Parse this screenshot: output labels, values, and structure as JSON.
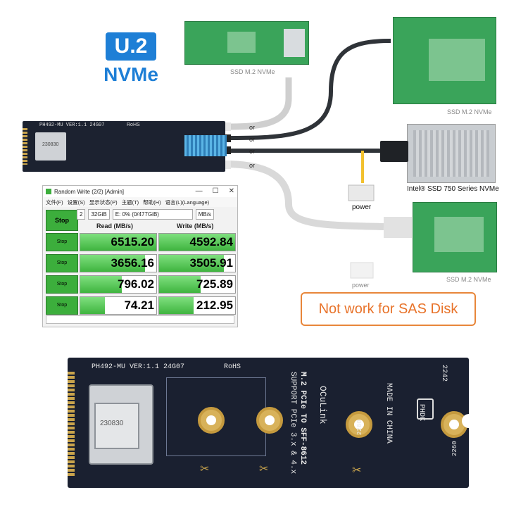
{
  "badge": {
    "top": "U.2",
    "bottom": "NVMe"
  },
  "captions": {
    "top_ssd": "SSD M.2 NVMe",
    "right_top_ssd": "SSD M.2 NVMe",
    "intel_ssd": "Intel® SSD 750 Series NVMe",
    "right_bottom_ssd": "SSD M.2 NVMe",
    "power1": "power",
    "power2": "power",
    "or1": "or",
    "or2": "or",
    "or3": "or",
    "or4": "or"
  },
  "benchmark": {
    "title": "Random Write (2/2) [Admin]",
    "menu": [
      "文件(F)",
      "设置(S)",
      "显示状态(P)",
      "主题(T)",
      "帮助(H)",
      "语言(L)(Language)"
    ],
    "main_button": "Stop",
    "count": "2",
    "size": "32GiB",
    "drive": "E: 0% (0/477GiB)",
    "unit": "MB/s",
    "read_header": "Read (MB/s)",
    "write_header": "Write (MB/s)",
    "rows": [
      {
        "button": "Stop",
        "read": "6515.20",
        "write": "4592.84",
        "read_fill": 1.0,
        "write_fill": 1.0
      },
      {
        "button": "Stop",
        "read": "3656.16",
        "write": "3505.91",
        "read_fill": 0.85,
        "write_fill": 0.85
      },
      {
        "button": "Stop",
        "read": "796.02",
        "write": "725.89",
        "read_fill": 0.55,
        "write_fill": 0.55
      },
      {
        "button": "Stop",
        "read": "74.21",
        "write": "212.95",
        "read_fill": 0.32,
        "write_fill": 0.45
      }
    ]
  },
  "warning": "Not work for SAS Disk",
  "board": {
    "model": "PH492-MU  VER:1.1  24G07",
    "rohs": "RoHS",
    "line1": "M.2 PCIe TO SFF-8612",
    "line2": "SUPPORT PCIe 3.x & 4.x",
    "oculink": "OCuLink",
    "made": "MADE IN CHINA",
    "brand": "PHDK",
    "conn_label": "230830",
    "size1": "2280",
    "size2": "2260",
    "size3": "2242"
  },
  "small_board": {
    "model": "PH492-MU  VER:1.1  24G07",
    "rohs": "RoHS",
    "conn_label": "230830"
  }
}
